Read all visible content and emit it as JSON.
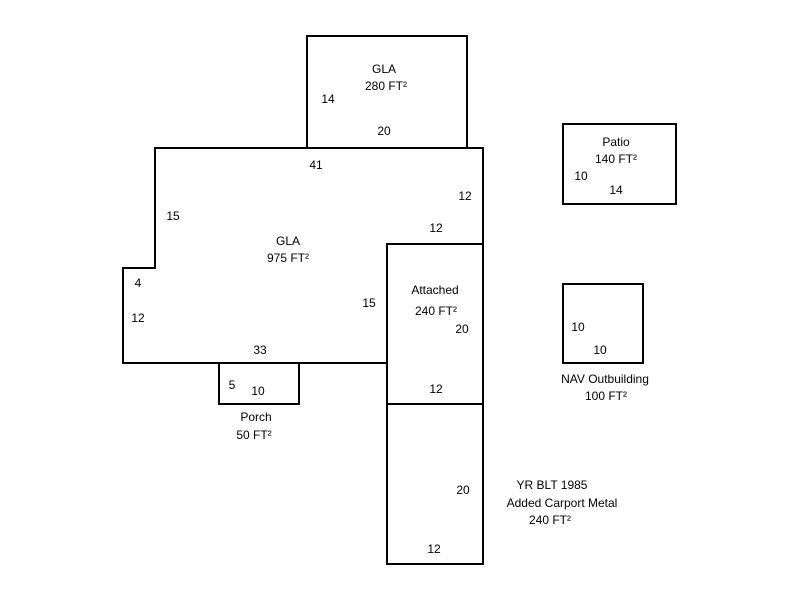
{
  "areas": {
    "gla_top": {
      "name": "GLA",
      "area": "280 FT²",
      "dims": [
        "14",
        "20"
      ]
    },
    "gla_main": {
      "name": "GLA",
      "area": "975 FT²",
      "dims": [
        "41",
        "12",
        "12",
        "15",
        "15",
        "4",
        "12",
        "33"
      ]
    },
    "attached": {
      "name": "Attached",
      "area": "240 FT²",
      "dims": [
        "20",
        "12"
      ]
    },
    "porch": {
      "name": "Porch",
      "area": "50 FT²",
      "dims": [
        "5",
        "10"
      ]
    },
    "carport": {
      "line1": "YR BLT 1985",
      "line2": "Added Carport Metal",
      "area": "240 FT²",
      "dims": [
        "20",
        "12"
      ]
    },
    "patio": {
      "name": "Patio",
      "area": "140 FT²",
      "dims": [
        "10",
        "14"
      ]
    },
    "nav": {
      "name": "NAV Outbuilding",
      "area": "100 FT²",
      "dims": [
        "10",
        "10"
      ]
    }
  }
}
